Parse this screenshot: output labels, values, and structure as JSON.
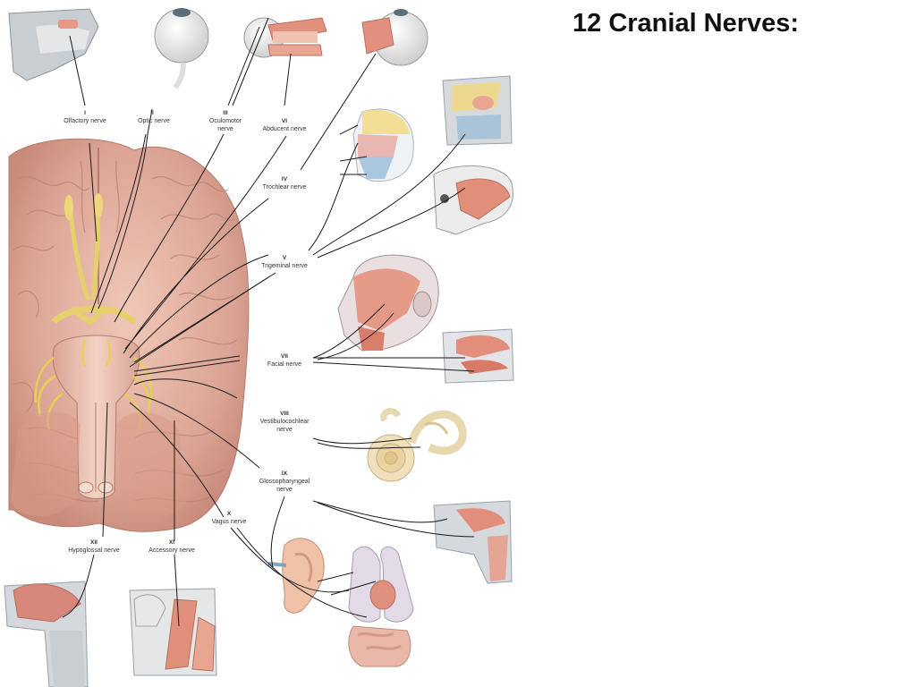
{
  "title": "12 Cranial Nerves:",
  "nerves": [
    {
      "numeral": "I",
      "name": "Olfactory nerve"
    },
    {
      "numeral": "II",
      "name": "Optic nerve"
    },
    {
      "numeral": "III",
      "name": "Oculomotor",
      "name2": "nerve"
    },
    {
      "numeral": "VI",
      "name": "Abducent nerve"
    },
    {
      "numeral": "IV",
      "name": "Trochlear nerve"
    },
    {
      "numeral": "V",
      "name": "Trigeminal nerve"
    },
    {
      "numeral": "VII",
      "name": "Facial nerve"
    },
    {
      "numeral": "VIII",
      "name": "Vestibulocochlear",
      "name2": "nerve"
    },
    {
      "numeral": "IX",
      "name": "Glossopharyngeal",
      "name2": "nerve"
    },
    {
      "numeral": "X",
      "name": "Vagus nerve"
    },
    {
      "numeral": "XI",
      "name": "Accessory nerve"
    },
    {
      "numeral": "XII",
      "name": "Hypoglossal nerve"
    }
  ]
}
